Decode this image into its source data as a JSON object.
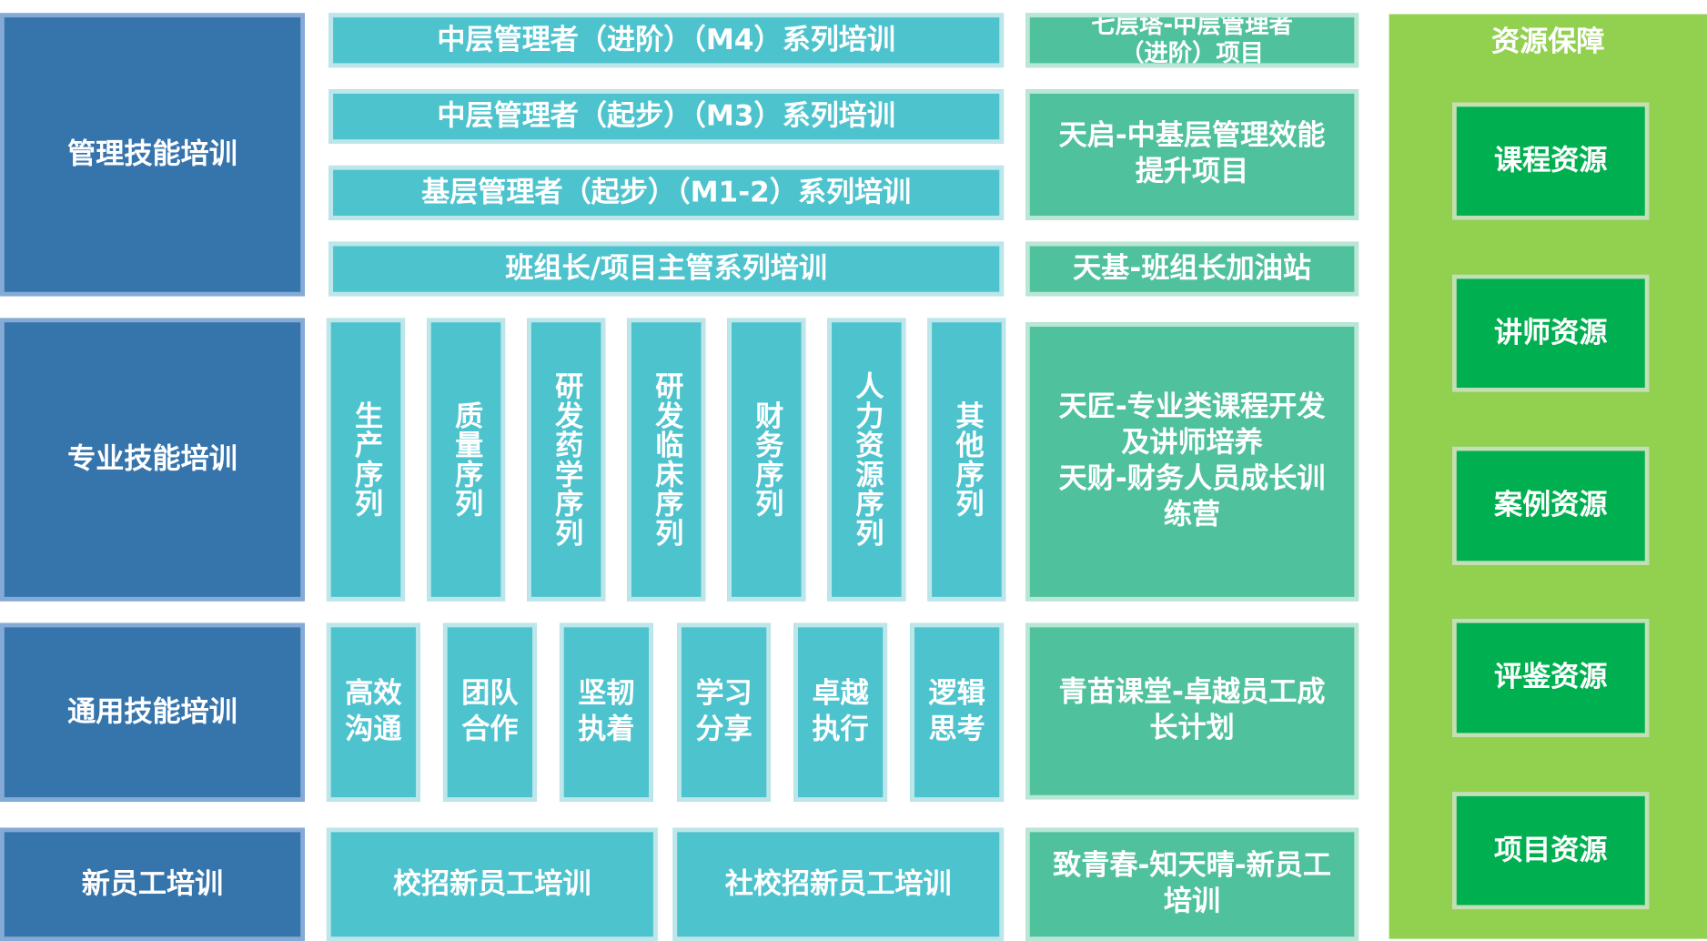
{
  "categories": [
    "管理技能培训",
    "专业技能培训",
    "通用技能培训",
    "新员工培训"
  ],
  "management_series": [
    "中层管理者（进阶）（M4）系列培训",
    "中层管理者（起步）（M3）系列培训",
    "基层管理者（起步）（M1-2）系列培训",
    "班组长/项目主管系列培训"
  ],
  "professional_series": [
    "生产序列",
    "质量序列",
    "研发药学序列",
    "研发临床序列",
    "财务序列",
    "人力资源序列",
    "其他序列"
  ],
  "general_skills": [
    "高效沟通",
    "团队合作",
    "坚韧执着",
    "学习分享",
    "卓越执行",
    "逻辑思考"
  ],
  "new_employee": [
    "校招新员工培训",
    "社校招新员工培训"
  ],
  "projects": [
    "七层塔-中层管理者（进阶）项目",
    "天启-中基层管理效能提升项目",
    "天基-班组长加油站",
    "天匠-专业类课程开发及讲师培养\n天财-财务人员成长训练营",
    "青苗课堂-卓越员工成长计划",
    "致青春-知天晴-新员工培训"
  ],
  "resources": {
    "title": "资源保障",
    "items": [
      "课程资源",
      "讲师资源",
      "案例资源",
      "评鉴资源",
      "项目资源"
    ]
  }
}
